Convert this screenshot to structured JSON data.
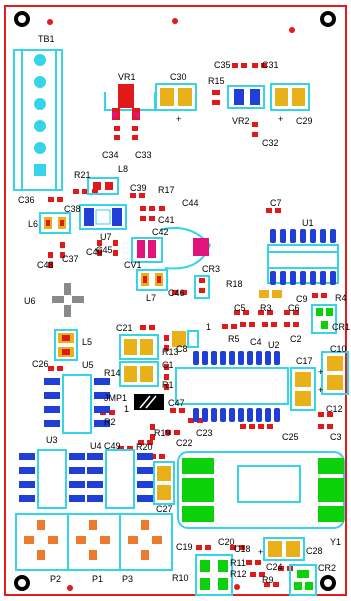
{
  "board": {
    "labels": [
      "TB1",
      "VR1",
      "C30",
      "C35",
      "C31",
      "R15",
      "VR2",
      "C29",
      "C34",
      "C33",
      "C32",
      "R21",
      "L8",
      "C39",
      "R17",
      "C44",
      "C36",
      "C38",
      "C41",
      "C7",
      "L6",
      "U7",
      "C42",
      "C45",
      "C40",
      "U1",
      "C37",
      "C48",
      "CV1",
      "CR3",
      "R18",
      "L7",
      "C46",
      "U6",
      "R3",
      "C9",
      "C5",
      "R4",
      "C2",
      "C6",
      "C4",
      "R5",
      "CR1",
      "L5",
      "C21",
      "R13",
      "C8",
      "C1",
      "U2",
      "C10",
      "C17",
      "R14",
      "R1",
      "C26",
      "U5",
      "JMP1",
      "C47",
      "R2",
      "R19",
      "C12",
      "C23",
      "C25",
      "C3",
      "C49",
      "R20",
      "C22",
      "U3",
      "U4",
      "C27",
      "Y1",
      "C19",
      "C20",
      "C18",
      "C28",
      "R11",
      "R12",
      "R9",
      "C24",
      "CR2",
      "R10",
      "P2",
      "P1",
      "P3"
    ],
    "polarity_marks": [
      "+",
      "+",
      "+",
      "+",
      "+"
    ],
    "pin_one_marks": [
      "1",
      "1"
    ],
    "colors": {
      "board_outline": "#e21b1b",
      "silkscreen": "#36d4e8",
      "pad_red": "#e01a1a",
      "pad_orange": "#ec7a2c",
      "pad_yellow": "#e8b11a",
      "pad_blue": "#1f3fd6",
      "pad_green": "#0bd10b",
      "pad_magenta": "#e0147a",
      "pad_gray": "#8a8a8a"
    }
  }
}
